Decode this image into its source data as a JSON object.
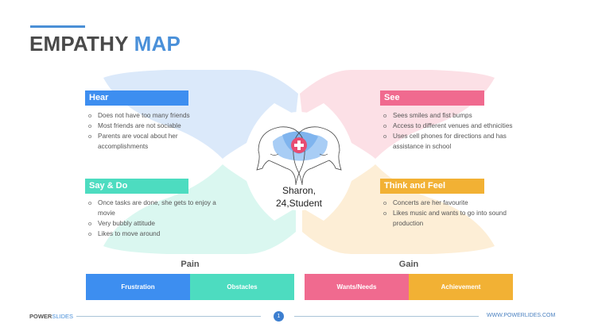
{
  "title": {
    "part1": "EMPATHY",
    "part2": "MAP"
  },
  "colors": {
    "accent": "#4a8fd6",
    "hear": "#3d8ef0",
    "see": "#f06a8f",
    "say_do": "#4ddcc0",
    "think_feel": "#f2b134"
  },
  "quadrants": {
    "hear": {
      "label": "Hear",
      "items": [
        "Does not have too many friends",
        "Most friends are not sociable",
        "Parents are vocal about her accomplishments"
      ]
    },
    "see": {
      "label": "See",
      "items": [
        "Sees smiles and fist bumps",
        "Access to different venues and ethnicities",
        "Uses cell phones for directions and has assistance in school"
      ]
    },
    "say_do": {
      "label": "Say & Do",
      "items": [
        "Once tasks are done, she gets to enjoy a movie",
        "Very bubbly attitude",
        "Likes to move around"
      ]
    },
    "think_feel": {
      "label": "Think and Feel",
      "items": [
        "Concerts are her favourite",
        "Likes music and wants to go into sound production"
      ]
    }
  },
  "persona": {
    "line1": "Sharon,",
    "line2": "24,Student",
    "icon": "heads-with-medical-cross-icon"
  },
  "pain": {
    "label": "Pain",
    "items": [
      "Frustration",
      "Obstacles"
    ]
  },
  "gain": {
    "label": "Gain",
    "items": [
      "Wants/Needs",
      "Achievement"
    ]
  },
  "footer": {
    "brand_part1": "POWER",
    "brand_part2": "SLIDES",
    "page": "1",
    "url": "WWW.POWERLIDES.COM"
  }
}
